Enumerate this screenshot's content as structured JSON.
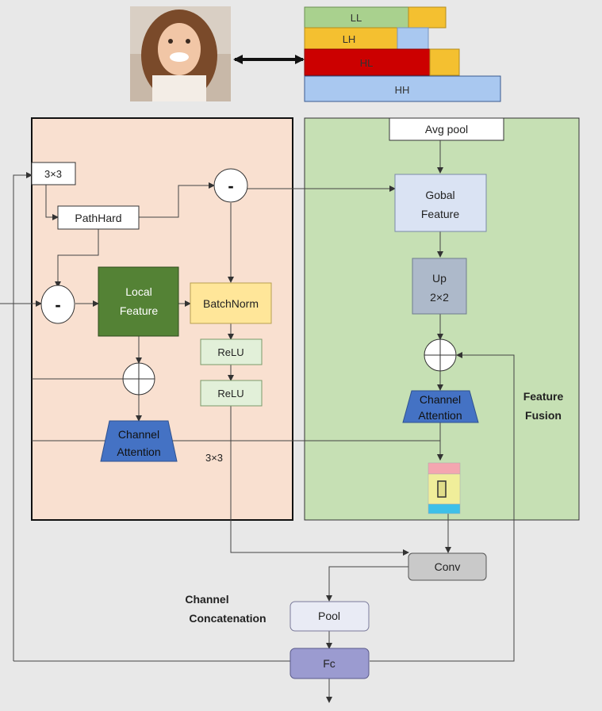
{
  "wavelet": {
    "ll": "LL",
    "lh": "LH",
    "hl": "HL",
    "hh": "HH"
  },
  "left_block": {
    "conv3x3_top": "3×3",
    "pathhard": "PathHard",
    "minus_top": "-",
    "minus_left": "-",
    "local_feature_line1": "Local",
    "local_feature_line2": "Feature",
    "batchnorm": "BatchNorm",
    "relu1": "ReLU",
    "relu2": "ReLU",
    "channel_attention_line1": "Channel",
    "channel_attention_line2": "Attention",
    "conv3x3_bottom": "3×3"
  },
  "right_block": {
    "avg_pool": "Avg pool",
    "global_feature_line1": "Gobal",
    "global_feature_line2": "Feature",
    "up_line1": "Up",
    "up_line2": "2×2",
    "channel_attention_line1": "Channel",
    "channel_attention_line2": "Attention",
    "feature_fusion_line1": "Feature",
    "feature_fusion_line2": "Fusion"
  },
  "bottom": {
    "conv": "Conv",
    "pool": "Pool",
    "fc": "Fc",
    "channel_concat_line1": "Channel",
    "channel_concat_line2": "Concatenation"
  },
  "colors": {
    "left_panel": "#f9e0d0",
    "right_panel": "#c6e0b4",
    "local_feature": "#548235",
    "batchnorm": "#ffe699",
    "relu": "#e2f0d9",
    "channel_attention": "#4472c4",
    "global_feature": "#dae3f3",
    "up": "#adb9ca",
    "conv": "#c9c9c9",
    "pool": "#e9ebf5",
    "fc": "#9b9bd0",
    "ll": "#a9d18e",
    "lh": "#f4c030",
    "hl": "#cc0000",
    "hh": "#a9c8f0"
  }
}
